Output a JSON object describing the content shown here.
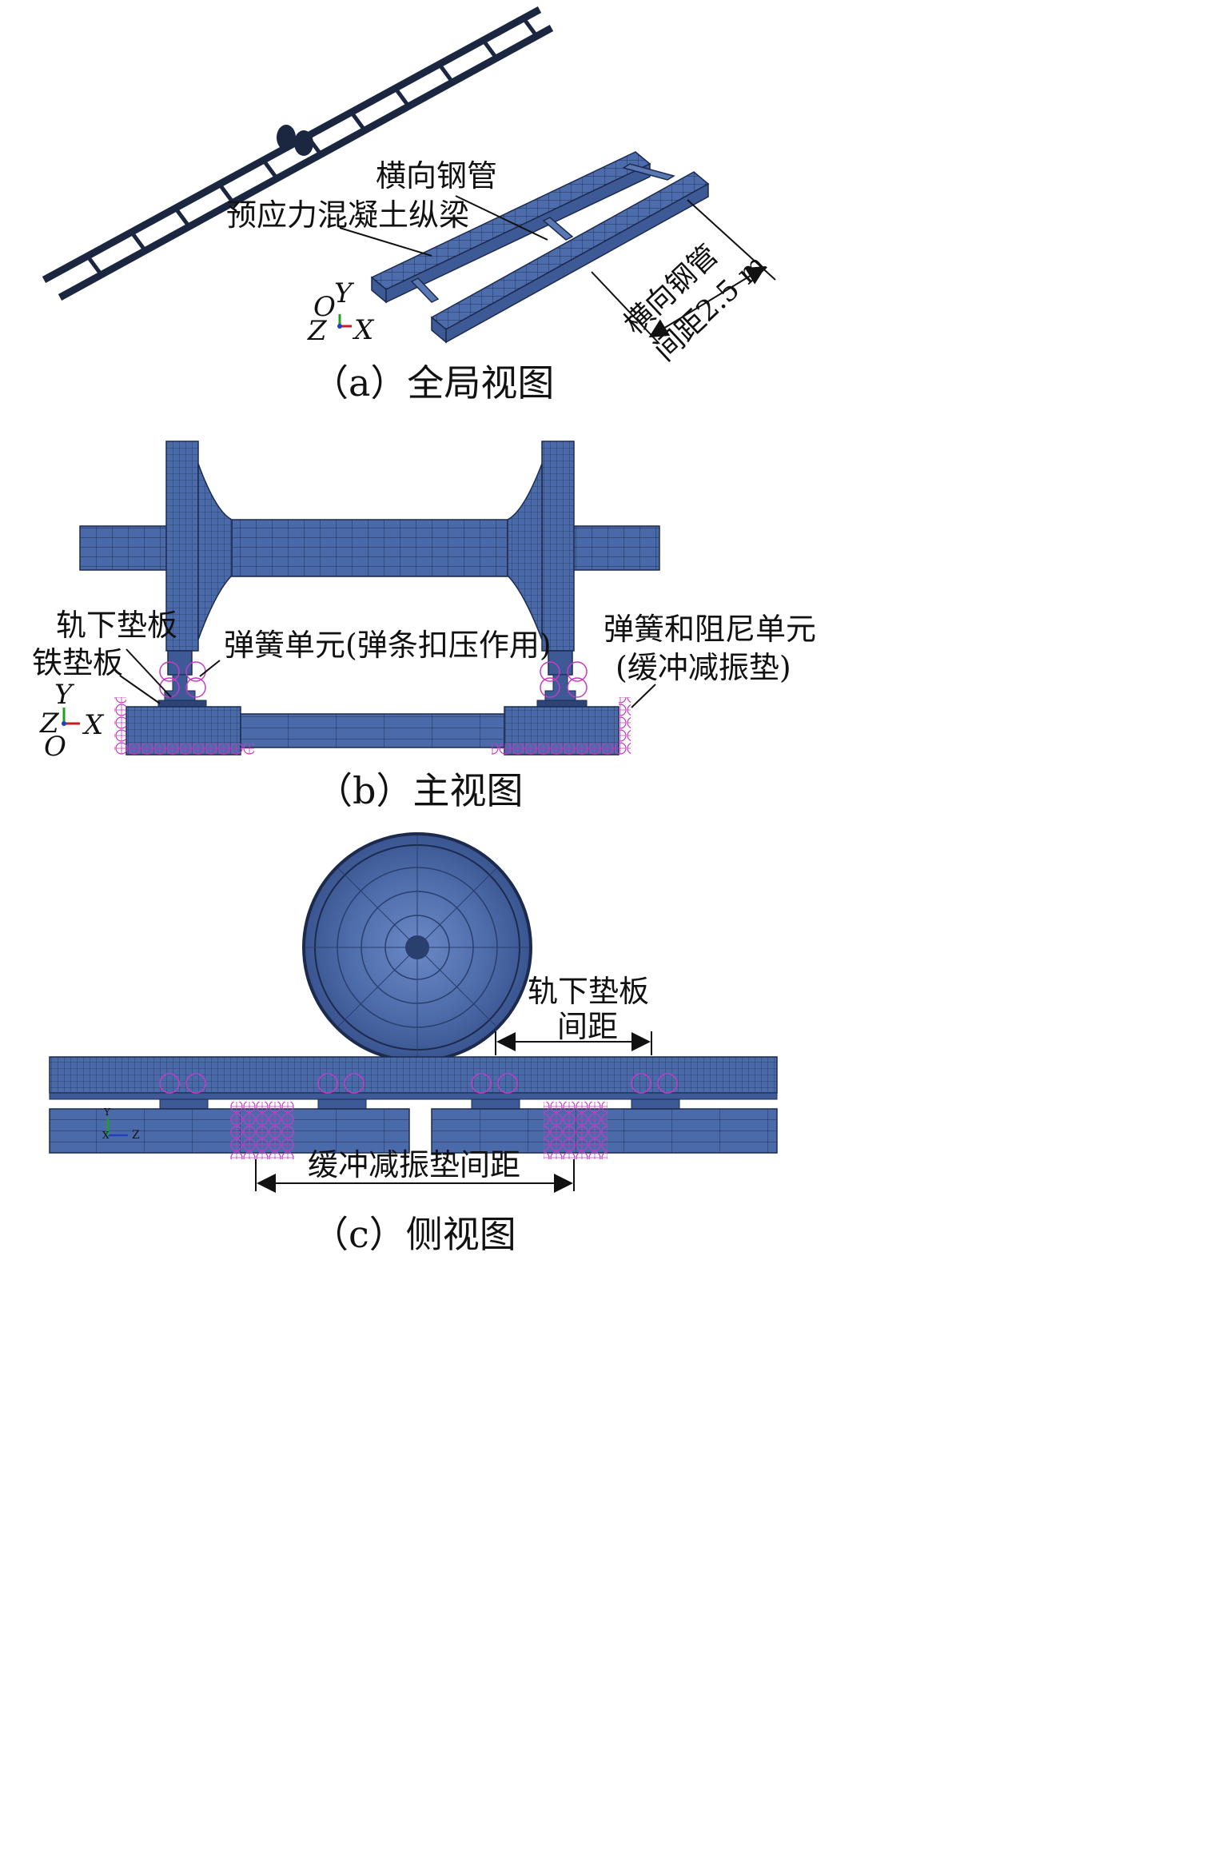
{
  "panel_a": {
    "caption": "（a）全局视图",
    "label_transverse_pipe": "横向钢管",
    "label_prestressed_beam": "预应力混凝土纵梁",
    "label_pipe_spacing_line1": "横向钢管",
    "label_pipe_spacing_line2": "间距2.5 m",
    "axis_O": "O",
    "axis_Y": "Y",
    "axis_Z": "Z",
    "axis_X": "X"
  },
  "panel_b": {
    "caption": "（b）主视图",
    "label_rail_pad": "轨下垫板",
    "label_iron_plate": "铁垫板",
    "label_spring_unit": "弹簧单元(弹条扣压作用)",
    "label_spring_damper_line1": "弹簧和阻尼单元",
    "label_spring_damper_line2": "(缓冲减振垫)",
    "axis_Y": "Y",
    "axis_Z": "Z",
    "axis_X": "X",
    "axis_O": "O"
  },
  "panel_c": {
    "caption": "（c）侧视图",
    "label_pad_spacing_line1": "轨下垫板",
    "label_pad_spacing_line2": "间距",
    "label_buffer_spacing": "缓冲减振垫间距",
    "axis_Y": "Y",
    "axis_X": "X",
    "axis_Z": "Z"
  },
  "colors": {
    "mesh_fill": "#4a6aa8",
    "mesh_dark": "#2a3f6e",
    "mesh_line": "#1c2b4d",
    "spring": "#c030c0",
    "axis_x": "#c02020",
    "axis_y": "#20a020",
    "axis_z": "#2040c0"
  }
}
